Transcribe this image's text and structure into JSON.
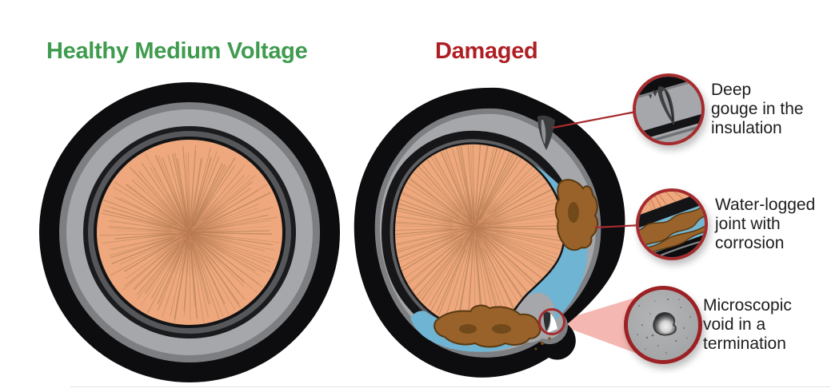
{
  "figure": {
    "healthy": {
      "title": "Healthy Medium Voltage",
      "title_color": "#3f9b4e"
    },
    "damaged": {
      "title": "Damaged",
      "title_color": "#ae1f24"
    },
    "callouts": [
      {
        "id": "gouge",
        "lines": [
          "Deep",
          "gouge in the",
          "insulation"
        ]
      },
      {
        "id": "water",
        "lines": [
          "Water-logged",
          "joint with",
          "corrosion"
        ]
      },
      {
        "id": "void",
        "lines": [
          "Microscopic",
          "void in a",
          "termination"
        ]
      }
    ],
    "colors": {
      "accent_red": "#a62b2e",
      "healthy_green": "#3f9b4e",
      "damaged_red": "#ae1f24",
      "jacket_black": "#0d0d0f",
      "insulation_gray": "#a5a7aa",
      "bevel_gray": "#7c7e81",
      "shield_dark_gray": "#55575a",
      "conductor_orange": "#efa87d",
      "conductor_strand": "#c08a60",
      "water_blue": "#6fb4d2",
      "corrosion_brown": "#99622a",
      "corrosion_dark": "#5b3a12",
      "cone_pink": "#f5b7b1"
    }
  }
}
